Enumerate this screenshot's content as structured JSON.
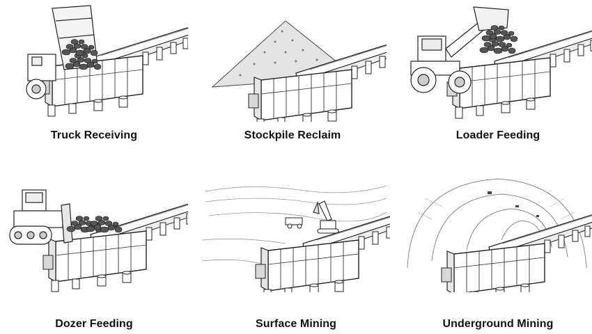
{
  "panels": [
    {
      "label": "Truck Receiving",
      "icon": "dump-truck-feeder-illustration"
    },
    {
      "label": "Stockpile Reclaim",
      "icon": "stockpile-feeder-illustration"
    },
    {
      "label": "Loader Feeding",
      "icon": "wheel-loader-feeder-illustration"
    },
    {
      "label": "Dozer Feeding",
      "icon": "dozer-feeder-illustration"
    },
    {
      "label": "Surface Mining",
      "icon": "surface-mine-feeder-illustration"
    },
    {
      "label": "Underground Mining",
      "icon": "tunnel-feeder-illustration"
    }
  ],
  "colors": {
    "ink": "#222222",
    "caption": "#111111",
    "shade": "#bdbdbd"
  }
}
